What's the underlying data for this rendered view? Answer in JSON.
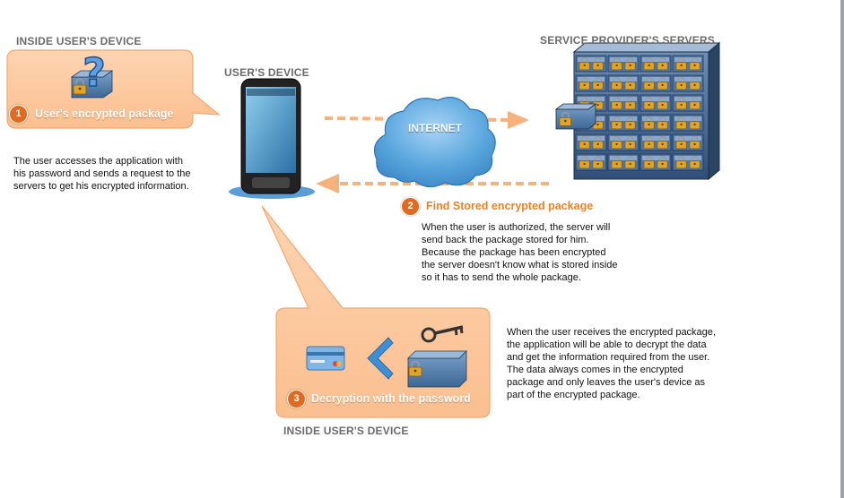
{
  "headings": {
    "inside_top": "INSIDE USER'S DEVICE",
    "users_device": "USER'S DEVICE",
    "servers": "SERVICE PROVIDER'S SERVERS",
    "inside_bottom": "INSIDE USER'S DEVICE"
  },
  "internet_label": "INTERNET",
  "steps": [
    {
      "number": "1",
      "label": "User's encrypted package"
    },
    {
      "number": "2",
      "label": "Find Stored encrypted package"
    },
    {
      "number": "3",
      "label": "Decryption with the password"
    }
  ],
  "descriptions": {
    "step1": [
      "The user accesses the application with",
      "his password and sends a request to the",
      "servers to get his encrypted information."
    ],
    "step2": [
      "When the user is authorized, the server will",
      "send back the package stored for him.",
      "Because the package has been encrypted",
      "the server doesn't know what is stored inside",
      "so it has to send the whole package."
    ],
    "step3": [
      "When the user receives the encrypted package,",
      "the application will be able to decrypt the data",
      "and get the information required from the user.",
      "The data always comes in the encrypted",
      "package and only leaves the user's device as",
      "part of the encrypted package."
    ]
  },
  "icons": {
    "package": "locked-package-icon",
    "question": "question-mark-icon",
    "phone": "smartphone-icon",
    "cloud": "internet-cloud-icon",
    "servers": "server-rack-icon",
    "key": "key-icon",
    "card": "credit-card-icon",
    "chevron": "chevron-left-icon"
  },
  "colors": {
    "bubble_fill": "#fcc9a0",
    "bubble_stroke": "#f3a770",
    "accent_orange": "#ee8222",
    "arrow_orange": "#f6b27a",
    "cloud_blue": "#4e9fd9",
    "heading_gray": "#6b6b6b",
    "server_blue": "#4d79a8"
  }
}
